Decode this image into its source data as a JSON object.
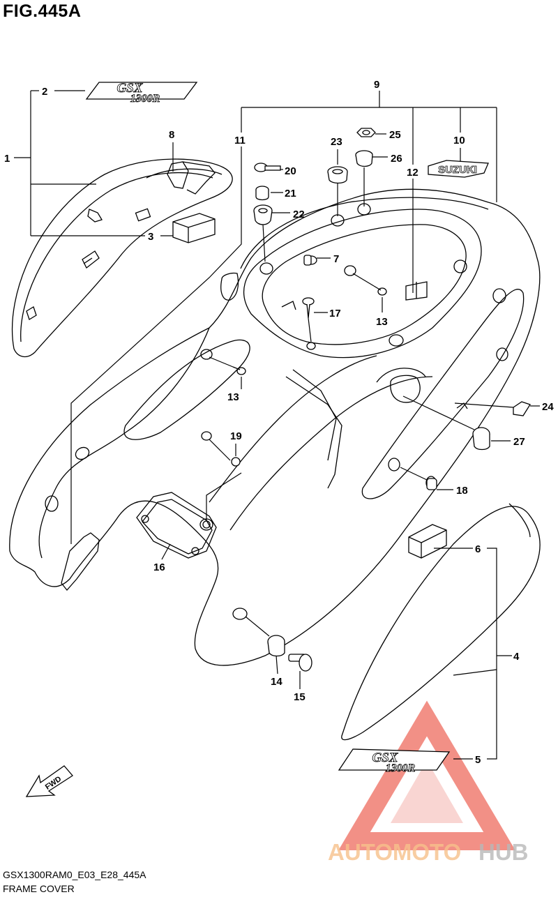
{
  "figure": {
    "title": "FIG.445A",
    "footer_code": "GSX1300RAM0_E03_E28_445A",
    "footer_name": "FRAME COVER"
  },
  "emblems": {
    "gsx_top_line1": "GSX",
    "gsx_top_line2": "1300R",
    "suzuki": "SUZUKI",
    "gsx_bottom_line1": "GSX",
    "gsx_bottom_line2": "1300R",
    "fwd": "FWD"
  },
  "watermark": {
    "part1": "AUTOMOTO",
    "part2": "HUB",
    "color1": "#f7c18c",
    "color2": "#b8b8b8",
    "triangle_color": "#ee6b5e"
  },
  "callouts": [
    {
      "id": "c1",
      "label": "1"
    },
    {
      "id": "c2",
      "label": "2"
    },
    {
      "id": "c3",
      "label": "3"
    },
    {
      "id": "c4",
      "label": "4"
    },
    {
      "id": "c5",
      "label": "5"
    },
    {
      "id": "c6",
      "label": "6"
    },
    {
      "id": "c7",
      "label": "7"
    },
    {
      "id": "c8",
      "label": "8"
    },
    {
      "id": "c9",
      "label": "9"
    },
    {
      "id": "c10",
      "label": "10"
    },
    {
      "id": "c11",
      "label": "11"
    },
    {
      "id": "c12",
      "label": "12"
    },
    {
      "id": "c13a",
      "label": "13"
    },
    {
      "id": "c13b",
      "label": "13"
    },
    {
      "id": "c14",
      "label": "14"
    },
    {
      "id": "c15",
      "label": "15"
    },
    {
      "id": "c16",
      "label": "16"
    },
    {
      "id": "c17",
      "label": "17"
    },
    {
      "id": "c18",
      "label": "18"
    },
    {
      "id": "c19",
      "label": "19"
    },
    {
      "id": "c20",
      "label": "20"
    },
    {
      "id": "c21",
      "label": "21"
    },
    {
      "id": "c22",
      "label": "22"
    },
    {
      "id": "c23",
      "label": "23"
    },
    {
      "id": "c24",
      "label": "24"
    },
    {
      "id": "c25",
      "label": "25"
    },
    {
      "id": "c26",
      "label": "26"
    },
    {
      "id": "c27",
      "label": "27"
    }
  ]
}
